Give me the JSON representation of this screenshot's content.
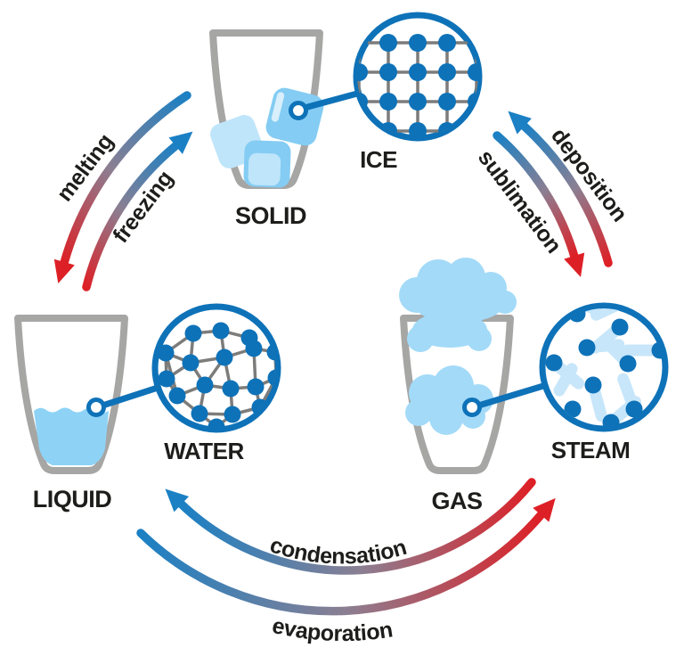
{
  "diagram": {
    "states": [
      {
        "label": "SOLID",
        "zoom_label": "ICE",
        "icon": "glass-with-ice-icon"
      },
      {
        "label": "LIQUID",
        "zoom_label": "WATER",
        "icon": "glass-with-water-icon"
      },
      {
        "label": "GAS",
        "zoom_label": "STEAM",
        "icon": "glass-with-steam-icon"
      }
    ],
    "processes": [
      {
        "label": "melting",
        "from": "SOLID",
        "to": "LIQUID"
      },
      {
        "label": "freezing",
        "from": "LIQUID",
        "to": "SOLID"
      },
      {
        "label": "sublimation",
        "from": "SOLID",
        "to": "GAS"
      },
      {
        "label": "deposition",
        "from": "GAS",
        "to": "SOLID"
      },
      {
        "label": "condensation",
        "from": "GAS",
        "to": "LIQUID"
      },
      {
        "label": "evaporation",
        "from": "LIQUID",
        "to": "GAS"
      }
    ],
    "icons": {
      "ice_zoom": "ice-lattice-molecules-icon",
      "water_zoom": "water-network-molecules-icon",
      "steam_zoom": "steam-free-molecules-icon"
    }
  },
  "colors": {
    "cold_blue": "#1b80c4",
    "hot_red": "#dd2026",
    "grad_mid": "#8b7f92",
    "deep_blue": "#0e72b8",
    "light_blue": "#a3daf8",
    "water_blue": "#8ed3f6",
    "ice_blue": "#84ccf3",
    "ice_light": "#bfe5fa",
    "ice_highlight": "#d9effc",
    "trail_blue": "#c7e6fa",
    "glass_gray": "#a6a6a5",
    "line_gray": "#7c7c7b",
    "text_dark": "#1d1d1b"
  }
}
